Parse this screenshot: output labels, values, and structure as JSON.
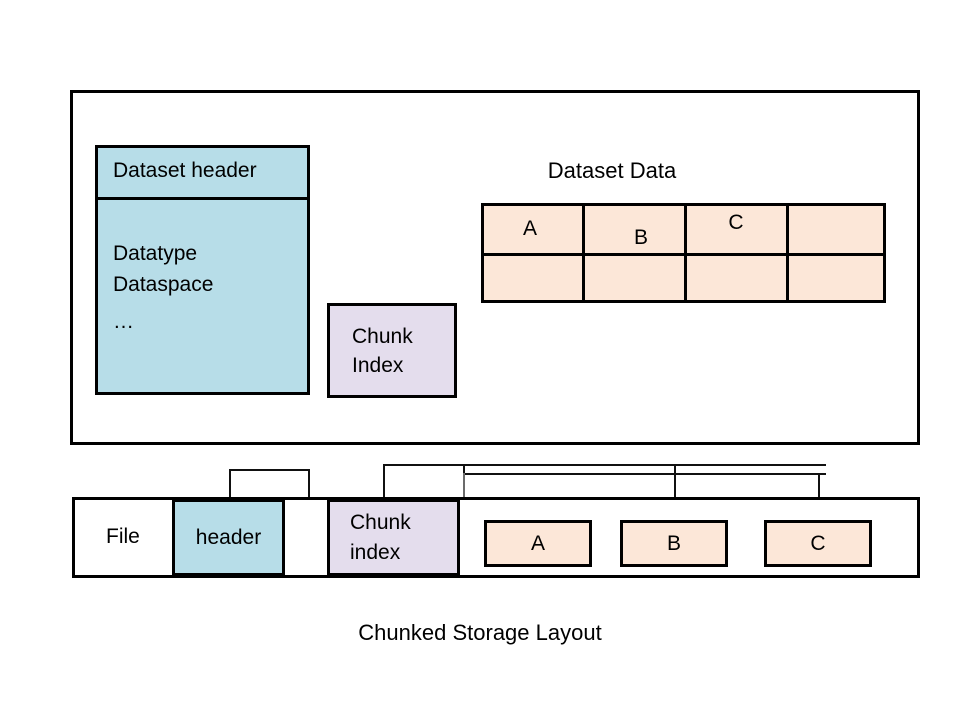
{
  "caption": "Chunked Storage Layout",
  "dataset_container": {
    "name": "dataset-container"
  },
  "dataset_header": {
    "title": "Dataset header",
    "lines": [
      "Datatype",
      "Dataspace",
      "…"
    ]
  },
  "chunk_index": {
    "line1": "Chunk",
    "line2": "Index"
  },
  "dataset_data": {
    "label": "Dataset Data",
    "columns": 4,
    "rows": 2,
    "cells": [
      [
        "A",
        "B",
        "C",
        ""
      ],
      [
        "",
        "",
        "",
        ""
      ]
    ]
  },
  "file_strip": {
    "label": "File",
    "header_label": "header",
    "chunk_index_line1": "Chunk",
    "chunk_index_line2": "index",
    "chunks": [
      "A",
      "B",
      "C"
    ]
  },
  "colors": {
    "header_blue": "#b7dde8",
    "chunk_index_purple": "#e4dded",
    "data_peach": "#fce7d8",
    "outline": "#000000",
    "connector": "#111111",
    "connector_grey": "#6b6b6b",
    "background": "#ffffff"
  }
}
